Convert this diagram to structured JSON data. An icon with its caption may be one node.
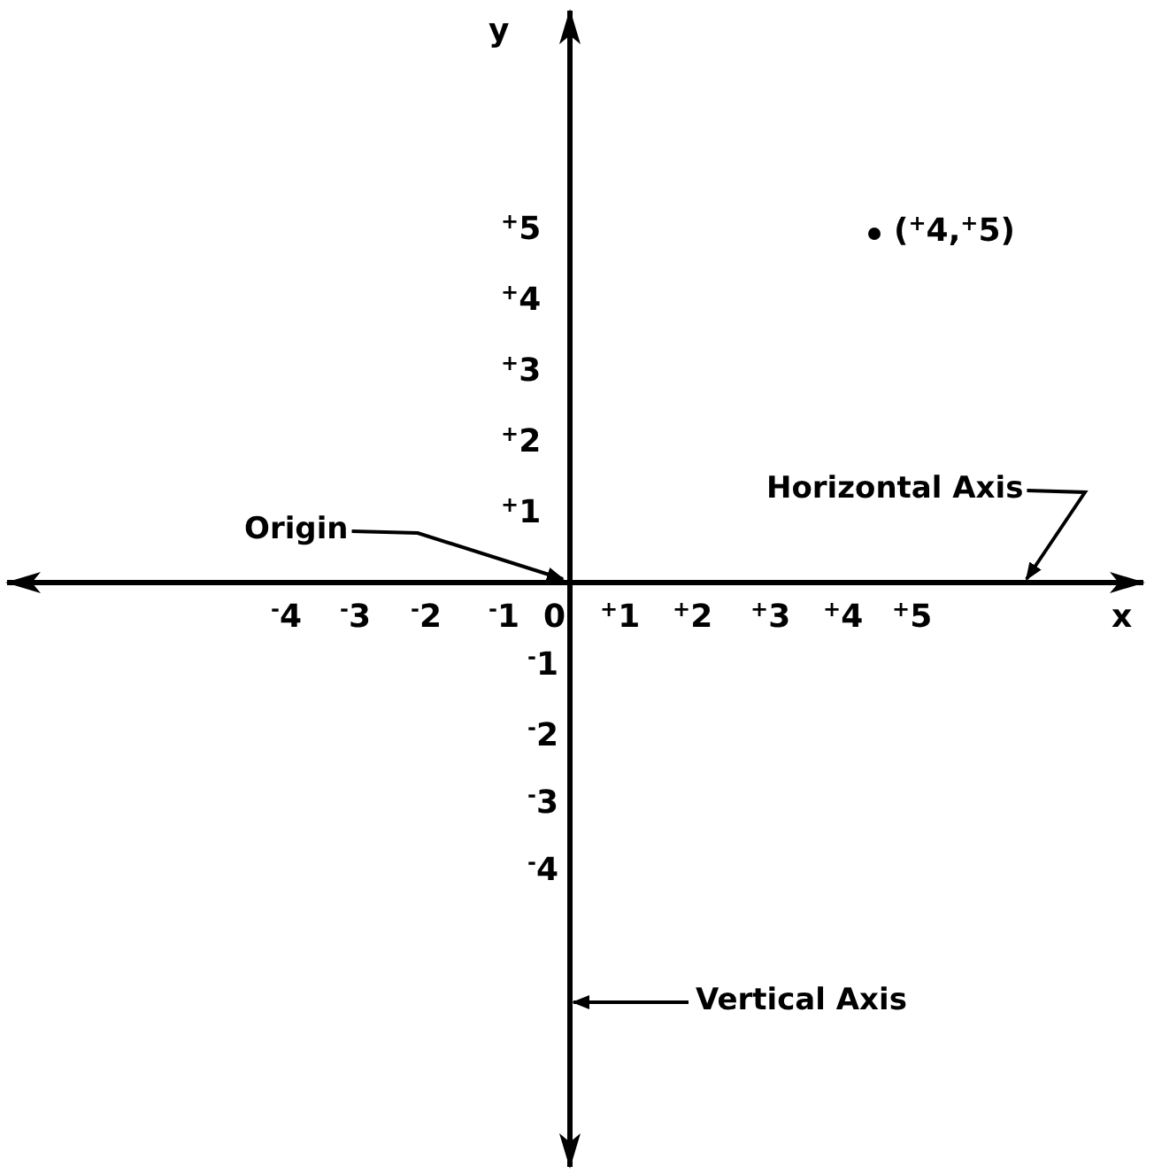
{
  "diagram": {
    "nodes": [
      {
        "text": [
          "Origin"
        ]
      },
      {
        "text": [
          "Horizontal Axis"
        ]
      },
      {
        "text": [
          "Vertical Axis"
        ]
      },
      {
        "text": [],
        "shape": "line"
      },
      {
        "text": [],
        "shape": "line"
      }
    ],
    "edges": [
      {
        "from": 0,
        "to": 3,
        "arrow": "to"
      },
      {
        "from": 1,
        "to": 3,
        "arrow": "to"
      },
      {
        "from": 2,
        "to": 4,
        "arrow": "to"
      }
    ],
    "labels": [
      "y",
      "$^{+}$5",
      "($^{+}$4,$^{+}$5)",
      "$^{+}$4",
      "$^{+}$3",
      "$^{+}$2",
      "$^{+}$1",
      "$^{-}$4",
      "$^{-}$3",
      "$^{-}$2",
      "$^{-}$1",
      "0",
      "$^{+}$1",
      "$^{+}$2",
      "$^{+}$3",
      "$^{+}$4",
      "$^{+}$5",
      "x",
      "$^{-}$1",
      "$^{-}$2",
      "$^{-}$3",
      "$^{-}$4"
    ]
  }
}
